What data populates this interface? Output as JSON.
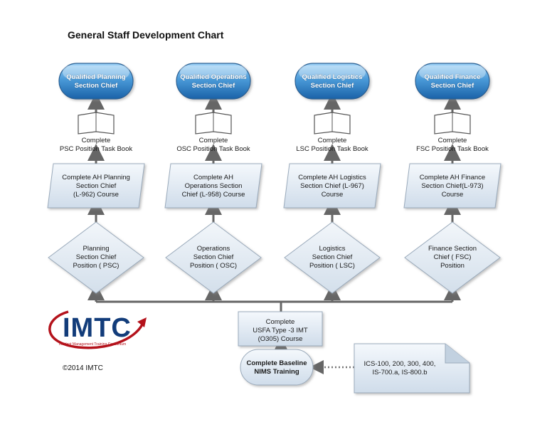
{
  "title": "General Staff Development Chart",
  "columns": [
    {
      "goal": "Qualified Planning\nSection Chief",
      "taskbook": "Complete\nPSC Position Task Book",
      "course": "Complete AH Planning\nSection Chief\n(L-962) Course",
      "position": "Planning\nSection Chief\nPosition ( PSC)"
    },
    {
      "goal": "Qualified Operations\nSection Chief",
      "taskbook": "Complete\nOSC Position Task Book",
      "course": "Complete AH\nOperations Section\nChief (L-958) Course",
      "position": "Operations\nSection Chief\nPosition ( OSC)"
    },
    {
      "goal": "Qualified Logistics\nSection Chief",
      "taskbook": "Complete\nLSC Position Task Book",
      "course": "Complete AH Logistics\nSection Chief (L-967)\nCourse",
      "position": "Logistics\nSection Chief\nPosition ( LSC)"
    },
    {
      "goal": "Qualified Finance\nSection Chief",
      "taskbook": "Complete\nFSC Position Task Book",
      "course": "Complete AH Finance\nSection Chief(L-973)\nCourse",
      "position": "Finance Section\nChief ( FSC)\nPosition"
    }
  ],
  "center_course": "Complete\nUSFA Type -3 IMT\n(O305) Course",
  "baseline": "Complete Baseline\nNIMS Training",
  "prereq_note": "ICS-100, 200, 300, 400,\nIS-700.a, IS-800.b",
  "logo": {
    "name": "IMTC",
    "tagline": "Incident Management Training Consortium"
  },
  "copyright": "©2014 IMTC",
  "colors": {
    "pill_dark": "#1f6fb3",
    "pill_light": "#8fc7f2",
    "box_fill": "#dde8f2",
    "box_stroke": "#9aaabb",
    "connector": "#666666",
    "logo_blue": "#123c7a",
    "logo_red": "#b4121b"
  }
}
